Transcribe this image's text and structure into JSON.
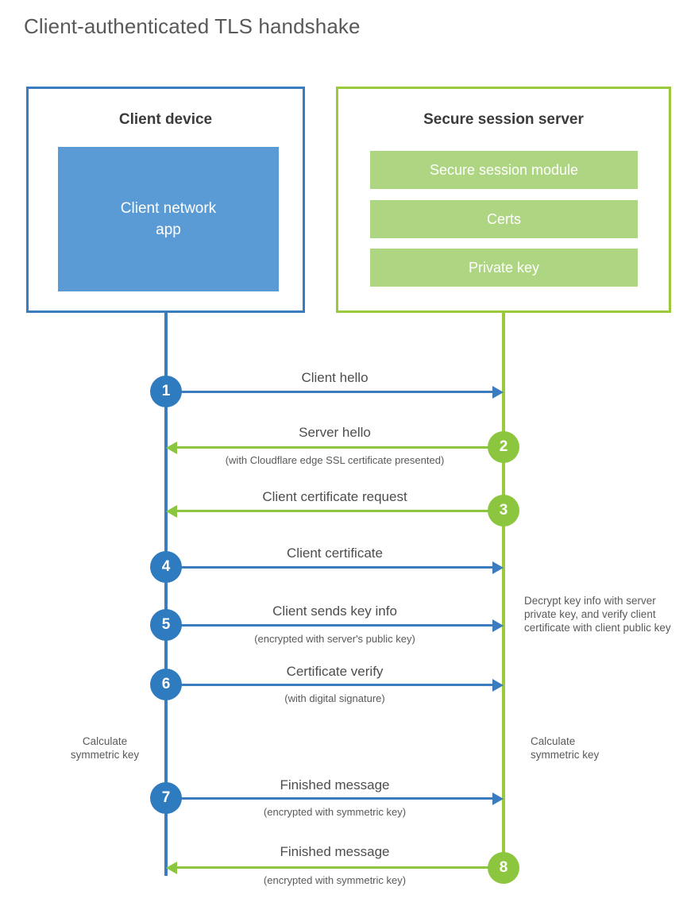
{
  "page": {
    "title": "Client-authenticated TLS handshake"
  },
  "colors": {
    "client_border": "#3a7cbe",
    "client_fill": "#5b9bd5",
    "client_circle": "#2e7cbf",
    "server_border": "#9aca3c",
    "server_fill": "#aed581",
    "server_circle": "#8cc63f",
    "title_text": "#58595b",
    "body_text": "#4d4d4f",
    "background": "#ffffff"
  },
  "parties": {
    "client": {
      "title": "Client device",
      "blocks": [
        "Client network\napp"
      ],
      "app_label_line1": "Client network",
      "app_label_line2": "app"
    },
    "server": {
      "title": "Secure session server",
      "blocks": [
        "Secure session module",
        "Certs",
        "Private key"
      ]
    }
  },
  "steps": [
    {
      "number": "1",
      "label": "Client hello",
      "sublabel": "",
      "direction": "client-to-server",
      "color": "blue"
    },
    {
      "number": "2",
      "label": "Server hello",
      "sublabel": "(with Cloudflare edge SSL certificate presented)",
      "direction": "server-to-client",
      "color": "green"
    },
    {
      "number": "3",
      "label": "Client certificate request",
      "sublabel": "",
      "direction": "server-to-client",
      "color": "green"
    },
    {
      "number": "4",
      "label": "Client certificate",
      "sublabel": "",
      "direction": "client-to-server",
      "color": "blue"
    },
    {
      "number": "5",
      "label": "Client sends key info",
      "sublabel": "(encrypted with server's public key)",
      "direction": "client-to-server",
      "color": "blue"
    },
    {
      "number": "6",
      "label": "Certificate verify",
      "sublabel": "(with digital signature)",
      "direction": "client-to-server",
      "color": "blue"
    },
    {
      "number": "7",
      "label": "Finished message",
      "sublabel": "(encrypted with symmetric key)",
      "direction": "client-to-server",
      "color": "blue"
    },
    {
      "number": "8",
      "label": "Finished message",
      "sublabel": "(encrypted with symmetric key)",
      "direction": "server-to-client",
      "color": "green"
    }
  ],
  "notes": {
    "server_decrypt": "Decrypt key info with server private key, and verify client certificate with client public key",
    "client_calculate": "Calculate\nsymmetric key",
    "client_calculate_line1": "Calculate",
    "client_calculate_line2": "symmetric key",
    "server_calculate_line1": "Calculate",
    "server_calculate_line2": "symmetric key"
  }
}
